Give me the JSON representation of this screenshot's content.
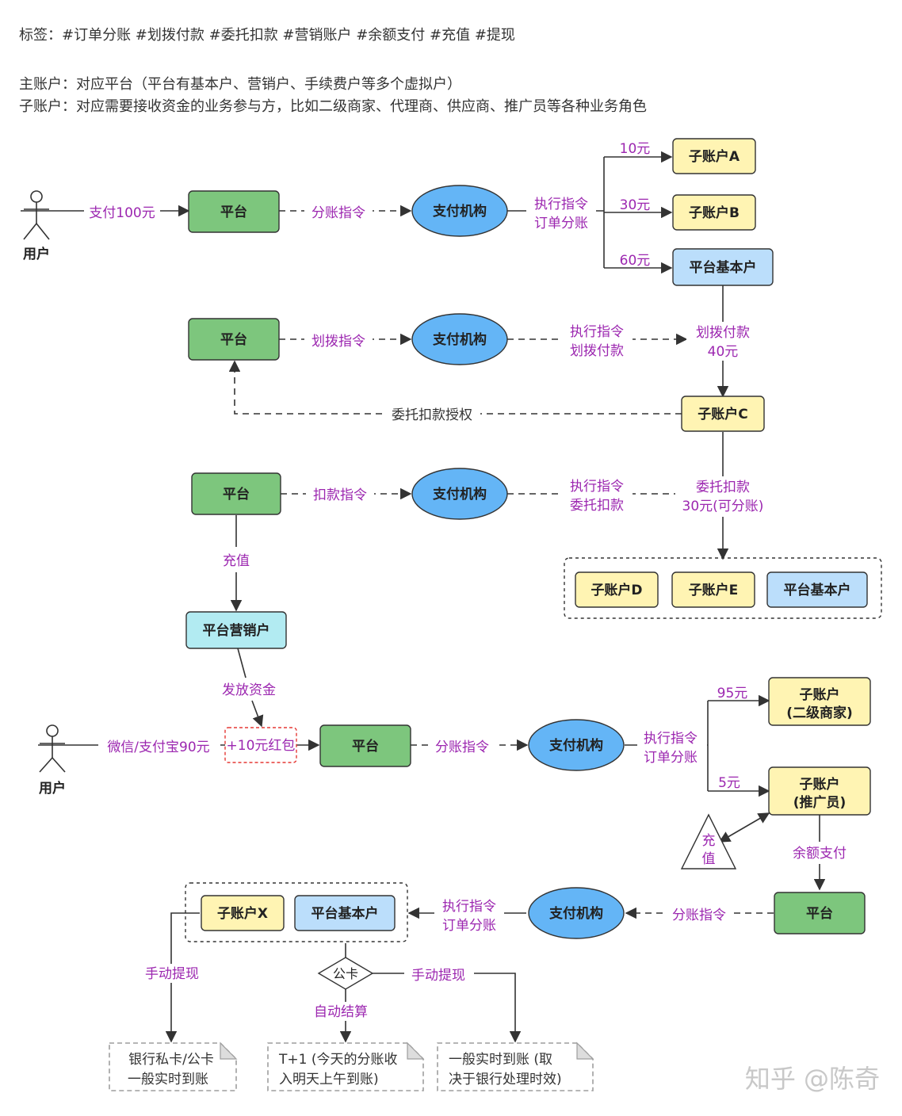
{
  "header": {
    "tags": "标签：#订单分账   #划拨付款   #委托扣款   #营销账户   #余额支付   #充值   #提现",
    "main_account": "主账户：对应平台（平台有基本户、营销户、手续费户等多个虚拟户）",
    "sub_account": "子账户：对应需要接收资金的业务参与方，比如二级商家、代理商、供应商、推广员等各种业务角色"
  },
  "nodes": {
    "user1": "用户",
    "platform1": "平台",
    "pay1": "支付机构",
    "subA": "子账户A",
    "subB": "子账户B",
    "base1": "平台基本户",
    "platform2": "平台",
    "pay2": "支付机构",
    "subC": "子账户C",
    "platform3": "平台",
    "pay3": "支付机构",
    "subD": "子账户D",
    "subE": "子账户E",
    "base2": "平台基本户",
    "marketing": "平台营销户",
    "user2": "用户",
    "redpacket": "+10元红包",
    "platform4": "平台",
    "pay4": "支付机构",
    "merchant_l1": "子账户",
    "merchant_l2": "(二级商家)",
    "promoter_l1": "子账户",
    "promoter_l2": "(推广员)",
    "recharge_l1": "充",
    "recharge_l2": "值",
    "platform5": "平台",
    "pay5": "支付机构",
    "subX": "子账户X",
    "base3": "平台基本户",
    "gongka": "公卡"
  },
  "labels": {
    "pay100": "支付100元",
    "split1": "分账指令",
    "exec1_l1": "执行指令",
    "exec1_l2": "订单分账",
    "a10": "10元",
    "b30": "30元",
    "base60": "60元",
    "transfer_cmd": "划拨指令",
    "exec2_l1": "执行指令",
    "exec2_l2": "划拨付款",
    "transfer_pay_l1": "划拨付款",
    "transfer_pay_l2": "40元",
    "auth": "委托扣款授权",
    "deduct_cmd": "扣款指令",
    "exec3_l1": "执行指令",
    "exec3_l2": "委托扣款",
    "deduct_l1": "委托扣款",
    "deduct_l2": "30元(可分账)",
    "recharge": "充值",
    "issue": "发放资金",
    "wechat": "微信/支付宝90元",
    "split2": "分账指令",
    "exec4_l1": "执行指令",
    "exec4_l2": "订单分账",
    "m95": "95元",
    "p5": "5元",
    "balance_pay": "余额支付",
    "split3": "分账指令",
    "exec5_l1": "执行指令",
    "exec5_l2": "订单分账",
    "manual1": "手动提现",
    "auto": "自动结算",
    "manual2": "手动提现"
  },
  "notes": {
    "n1_l1": "银行私卡/公卡",
    "n1_l2": "一般实时到账",
    "n2_l1": "T+1 (今天的分账收",
    "n2_l2": "入明天上午到账)",
    "n3_l1": "一般实时到账 (取",
    "n3_l2": "决于银行处理时效)"
  },
  "watermark": "知乎 @陈奇",
  "colors": {
    "platform": "#7dc67d",
    "pay_agency": "#64b5f6",
    "sub_account": "#fff4b3",
    "base_account": "#bbdefb",
    "marketing": "#b2ebf2",
    "label": "#9c27b0"
  }
}
